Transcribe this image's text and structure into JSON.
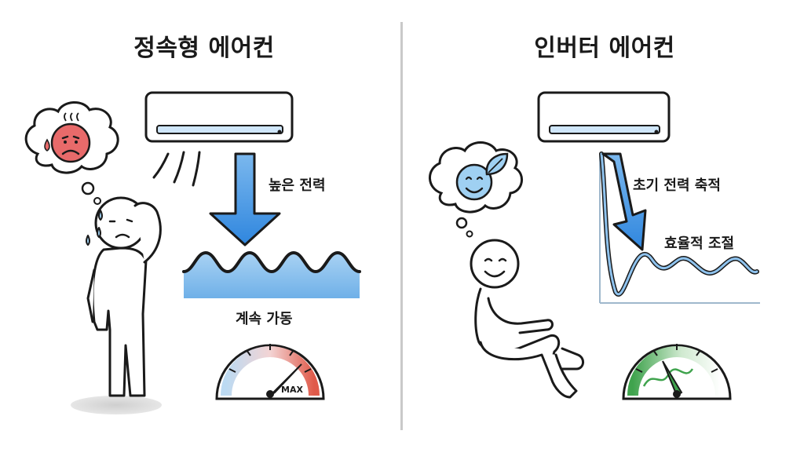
{
  "left": {
    "title": "정속형 에어컨",
    "arrow_label": "높은 전력",
    "wave_label": "계속 가동",
    "gauge_label": "MAX"
  },
  "right": {
    "title": "인버터 에어컨",
    "arrow_label": "초기 전력 축적",
    "curve_label": "효율적 조절"
  },
  "colors": {
    "arrow_blue": "#3b8fe0",
    "wave_fill": "#8fc3ee",
    "sad_face": "#e86a6a",
    "happy_face": "#9fd0f2",
    "gauge_red": "#d94a3a",
    "gauge_green": "#3fa34d"
  },
  "icons": [
    "air-conditioner-icon",
    "thought-bubble-icon",
    "sad-face-icon",
    "smile-face-icon",
    "leaf-icon",
    "gauge-icon"
  ]
}
